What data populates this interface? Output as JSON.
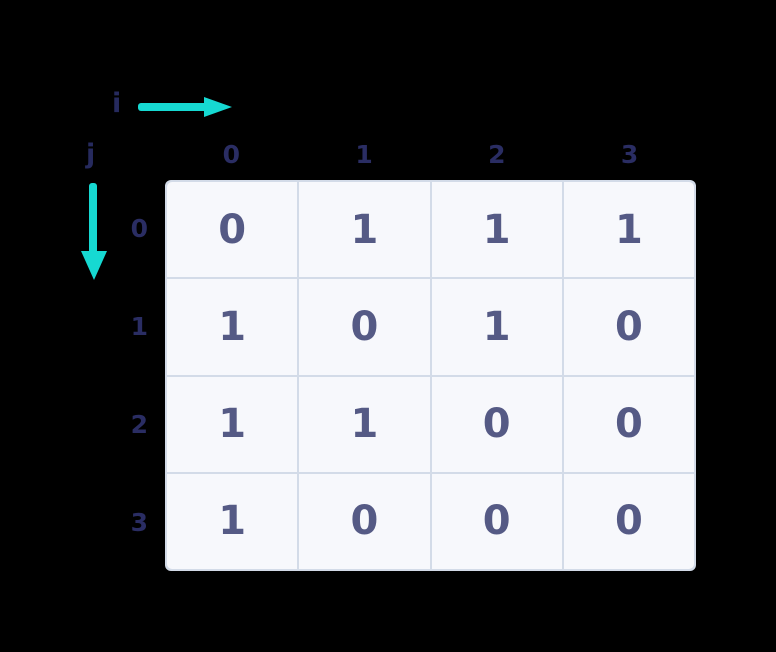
{
  "figure": {
    "background_color": "#000000",
    "accent_arrow_color": "#16d9d2",
    "index_label_color": "#2a2d63",
    "cell_value_color": "#555a85",
    "cell_background_color": "#f7f8fc",
    "grid_line_color": "#d3dbe8"
  },
  "axes": {
    "horizontal": {
      "letter": "i",
      "arrow_icon": "arrow-right-icon",
      "direction": "right"
    },
    "vertical": {
      "letter": "j",
      "arrow_icon": "arrow-down-icon",
      "direction": "down"
    }
  },
  "matrix": {
    "column_headers": [
      "0",
      "1",
      "2",
      "3"
    ],
    "row_headers": [
      "0",
      "1",
      "2",
      "3"
    ],
    "rows": [
      [
        "0",
        "1",
        "1",
        "1"
      ],
      [
        "1",
        "0",
        "1",
        "0"
      ],
      [
        "1",
        "1",
        "0",
        "0"
      ],
      [
        "1",
        "0",
        "0",
        "0"
      ]
    ]
  },
  "chart_data": {
    "type": "heatmap",
    "title": "",
    "xlabel": "i",
    "ylabel": "j",
    "categories": [
      "0",
      "1",
      "2",
      "3"
    ],
    "x": [
      "0",
      "1",
      "2",
      "3"
    ],
    "y": [
      "0",
      "1",
      "2",
      "3"
    ],
    "values": [
      [
        0,
        1,
        1,
        1
      ],
      [
        1,
        0,
        1,
        0
      ],
      [
        1,
        1,
        0,
        0
      ],
      [
        1,
        0,
        0,
        0
      ]
    ],
    "grid": true,
    "legend": "none",
    "annotations": [
      "i indexes columns, increasing to the right",
      "j indexes rows, increasing downward"
    ]
  }
}
